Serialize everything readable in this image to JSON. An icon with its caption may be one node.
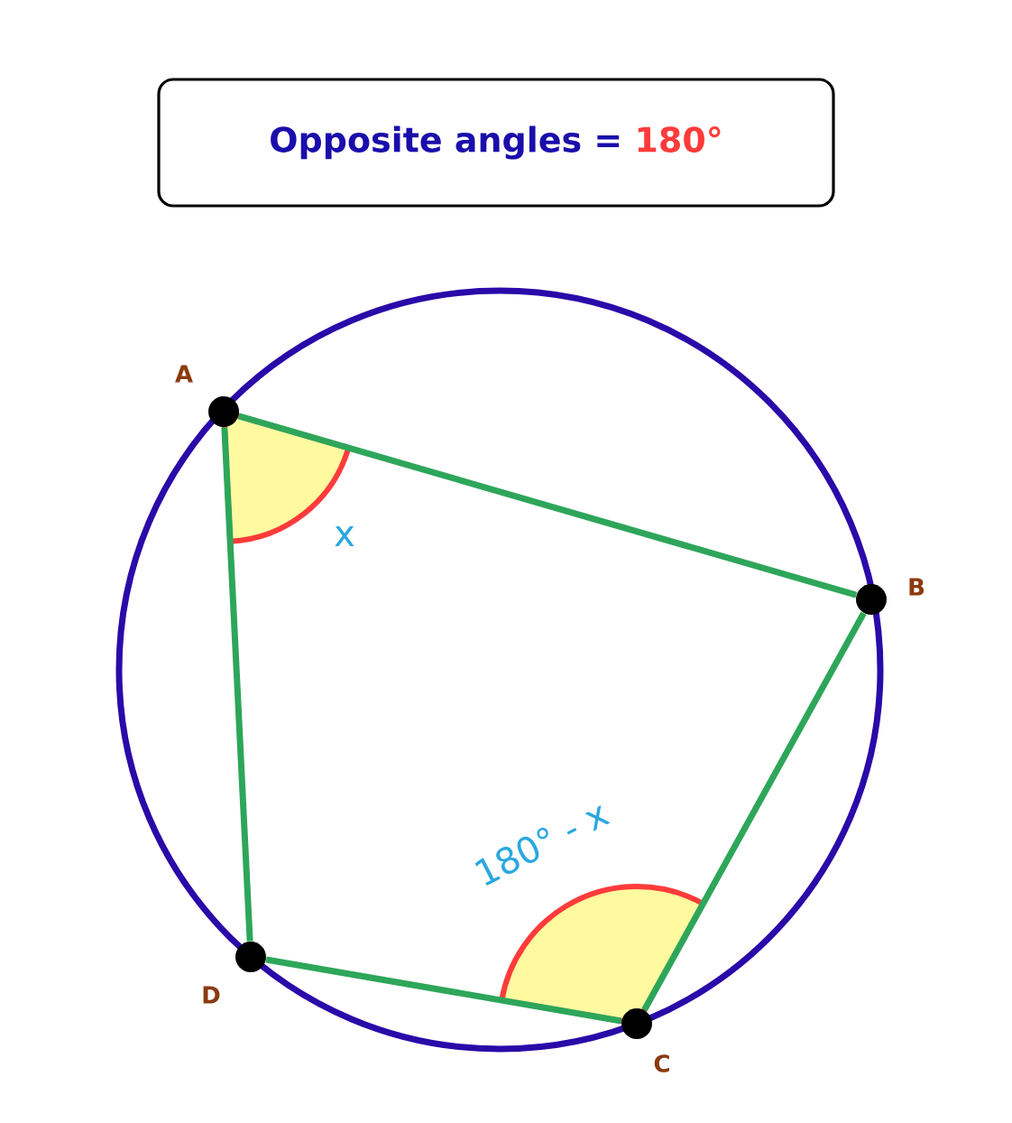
{
  "diagram": {
    "nodes": [
      {
        "text": [
          "Opposite angles =",
          "180°"
        ]
      },
      {
        "text": [],
        "shape": "circle",
        "beside": [
          "A"
        ]
      },
      {
        "text": [],
        "shape": "circle",
        "beside": [
          "B"
        ]
      },
      {
        "text": [],
        "shape": "circle",
        "beside": [
          "C"
        ]
      },
      {
        "text": [],
        "shape": "circle",
        "beside": [
          "D"
        ]
      }
    ],
    "edges": [
      {
        "from": 1,
        "to": 2,
        "arrow": "none"
      },
      {
        "from": 2,
        "to": 3,
        "arrow": "none"
      },
      {
        "from": 3,
        "to": 4,
        "arrow": "none"
      },
      {
        "from": 4,
        "to": 1,
        "arrow": "none"
      }
    ],
    "labels": [
      "x",
      "180° - x"
    ]
  }
}
